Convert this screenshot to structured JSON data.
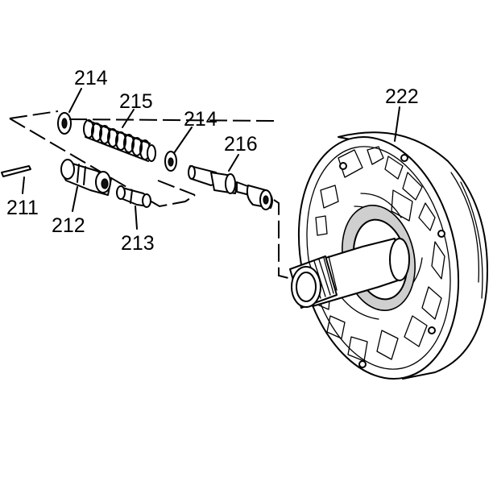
{
  "callouts": {
    "c211": "211",
    "c212": "212",
    "c213": "213",
    "c214a": "214",
    "c214b": "214",
    "c215": "215",
    "c216": "216",
    "c222": "222"
  },
  "colors": {
    "ink": "#000000",
    "background": "#ffffff",
    "shade": "#cfcfcf"
  }
}
